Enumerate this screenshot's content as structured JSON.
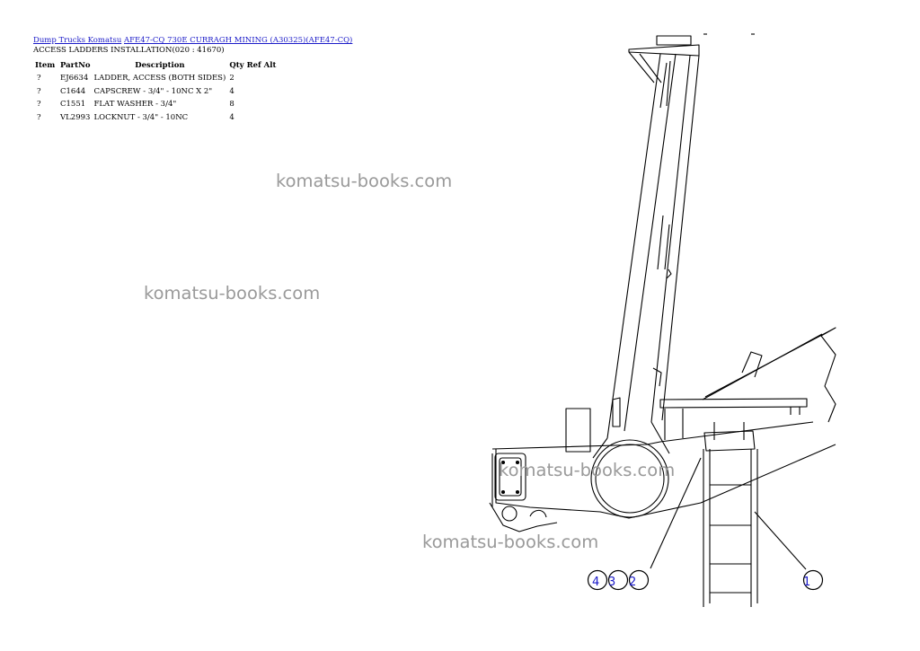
{
  "breadcrumb": {
    "link1": "Dump Trucks Komatsu",
    "link2": "AFE47-CQ 730E CURRAGH MINING (A30325)(AFE47-CQ)"
  },
  "section_title": "ACCESS LADDERS INSTALLATION(020 : 41670)",
  "table": {
    "headers": {
      "item": "Item",
      "partno": "PartNo",
      "description": "Description",
      "qty": "Qty",
      "ref": "Ref",
      "alt": "Alt"
    },
    "rows": [
      {
        "item": "?",
        "partno": "EJ6634",
        "description": "LADDER, ACCESS (BOTH SIDES)",
        "qty": "2"
      },
      {
        "item": "?",
        "partno": "C1644",
        "description": "CAPSCREW - 3/4\" - 10NC X 2\"",
        "qty": "4"
      },
      {
        "item": "?",
        "partno": "C1551",
        "description": "FLAT WASHER - 3/4\"",
        "qty": "8"
      },
      {
        "item": "?",
        "partno": "VL2993",
        "description": "LOCKNUT - 3/4\" - 10NC",
        "qty": "4"
      }
    ]
  },
  "watermark": "komatsu-books.com",
  "callouts": [
    "4",
    "3",
    "2",
    "1"
  ],
  "colors": {
    "link": "#1a1ac8",
    "callout_text": "#1a1ac8",
    "watermark": "#9a9a9a"
  }
}
